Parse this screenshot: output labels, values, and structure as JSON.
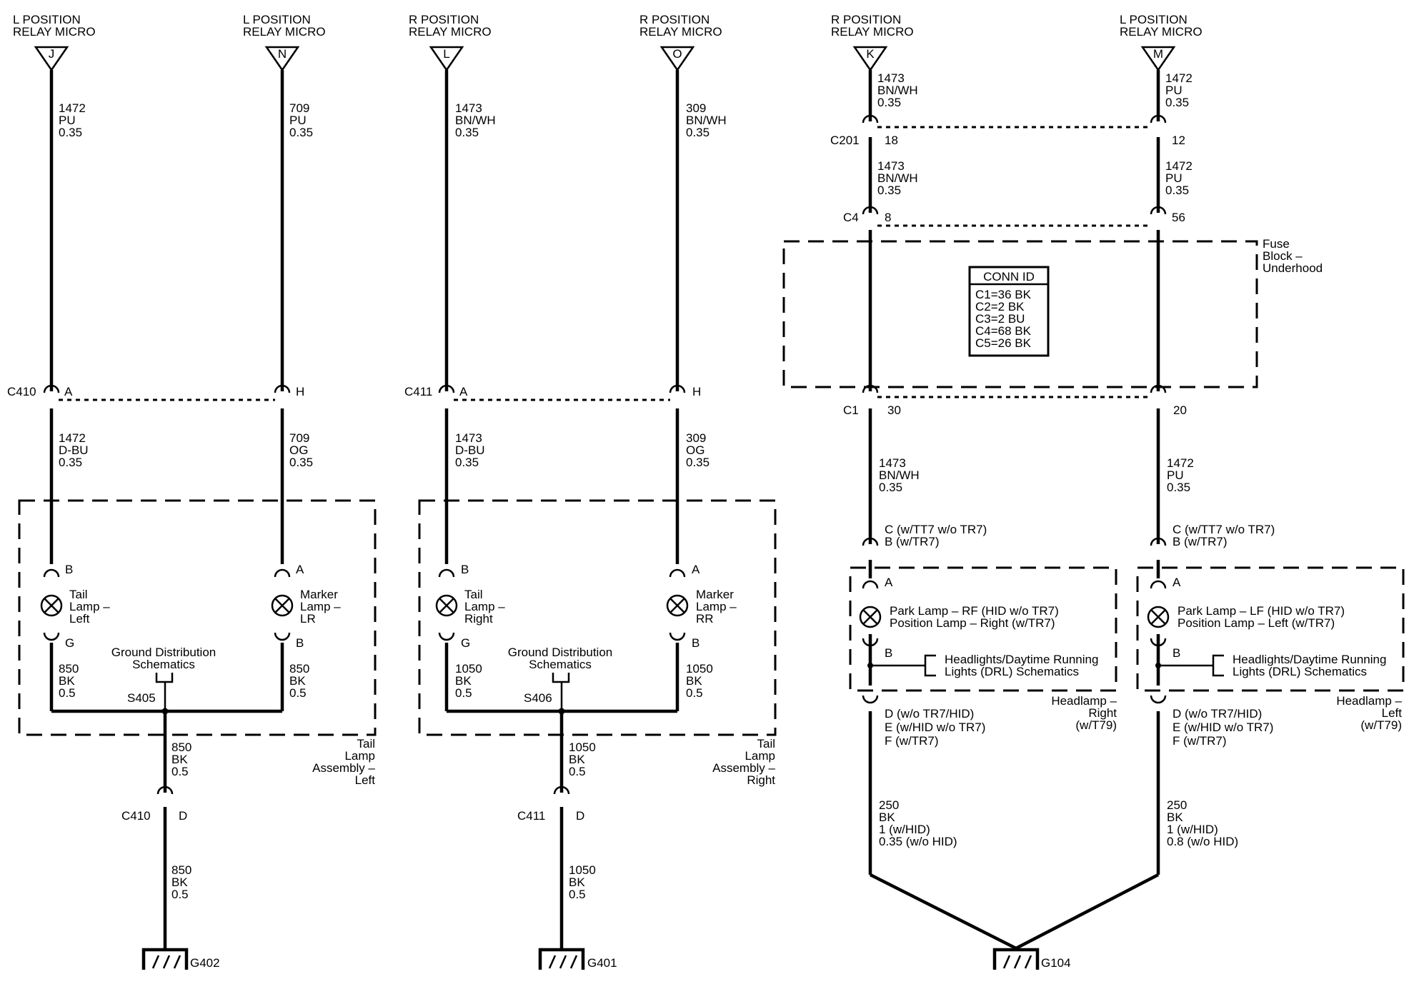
{
  "relays": [
    {
      "line1": "L POSITION",
      "line2": "RELAY MICRO",
      "pin": "J"
    },
    {
      "line1": "L POSITION",
      "line2": "RELAY MICRO",
      "pin": "N"
    },
    {
      "line1": "R POSITION",
      "line2": "RELAY MICRO",
      "pin": "L"
    },
    {
      "line1": "R POSITION",
      "line2": "RELAY MICRO",
      "pin": "O"
    },
    {
      "line1": "R POSITION",
      "line2": "RELAY MICRO",
      "pin": "K"
    },
    {
      "line1": "L POSITION",
      "line2": "RELAY MICRO",
      "pin": "M"
    }
  ],
  "wires": {
    "w1_top": [
      "1472",
      "PU",
      "0.35"
    ],
    "w2_top": [
      "709",
      "PU",
      "0.35"
    ],
    "w3_top": [
      "1473",
      "BN/WH",
      "0.35"
    ],
    "w4_top": [
      "309",
      "BN/WH",
      "0.35"
    ],
    "w5_top": [
      "1473",
      "BN/WH",
      "0.35"
    ],
    "w6_top": [
      "1472",
      "PU",
      "0.35"
    ],
    "w5_mid": [
      "1473",
      "BN/WH",
      "0.35"
    ],
    "w6_mid": [
      "1472",
      "PU",
      "0.35"
    ],
    "w1_low": [
      "1472",
      "D-BU",
      "0.35"
    ],
    "w2_low": [
      "709",
      "OG",
      "0.35"
    ],
    "w3_low": [
      "1473",
      "D-BU",
      "0.35"
    ],
    "w4_low": [
      "309",
      "OG",
      "0.35"
    ],
    "w5_low": [
      "1473",
      "BN/WH",
      "0.35"
    ],
    "w6_low": [
      "1472",
      "PU",
      "0.35"
    ],
    "w1_gnd": [
      "850",
      "BK",
      "0.5"
    ],
    "w2_gnd": [
      "850",
      "BK",
      "0.5"
    ],
    "w3_gnd": [
      "1050",
      "BK",
      "0.5"
    ],
    "w4_gnd": [
      "1050",
      "BK",
      "0.5"
    ],
    "left_trunk_a": [
      "850",
      "BK",
      "0.5"
    ],
    "left_trunk_b": [
      "850",
      "BK",
      "0.5"
    ],
    "mid_trunk_a": [
      "1050",
      "BK",
      "0.5"
    ],
    "mid_trunk_b": [
      "1050",
      "BK",
      "0.5"
    ],
    "w5_bot": [
      "250",
      "BK",
      "1 (w/HID)",
      "0.35 (w/o HID)"
    ],
    "w6_bot": [
      "250",
      "BK",
      "1 (w/HID)",
      "0.8 (w/o HID)"
    ]
  },
  "connectors": {
    "c410": "C410",
    "c410_a": "A",
    "c410_h": "H",
    "c411": "C411",
    "c411_a": "A",
    "c411_h": "H",
    "c201": "C201",
    "c201_l": "18",
    "c201_r": "12",
    "c4": "C4",
    "c4_l": "8",
    "c4_r": "56",
    "c1": "C1",
    "c1_l": "30",
    "c1_r": "20",
    "c410_d": "C410",
    "c410_d_pin": "D",
    "c411_d": "C411",
    "c411_d_pin": "D"
  },
  "lamps": {
    "tail_left": {
      "lines": [
        "Tail",
        "Lamp –",
        "Left"
      ],
      "top_pin": "B",
      "bot_pin": "G"
    },
    "marker_lr": {
      "lines": [
        "Marker",
        "Lamp –",
        "LR"
      ],
      "top_pin": "A",
      "bot_pin": "B"
    },
    "tail_right": {
      "lines": [
        "Tail",
        "Lamp –",
        "Right"
      ],
      "top_pin": "B",
      "bot_pin": "G"
    },
    "marker_rr": {
      "lines": [
        "Marker",
        "Lamp –",
        "RR"
      ],
      "top_pin": "A",
      "bot_pin": "B"
    },
    "park_rf": {
      "lines": [
        "Park Lamp – RF (HID w/o TR7)",
        "Position Lamp – Right (w/TR7)"
      ],
      "top_pin": "A",
      "bot_pin": "B"
    },
    "park_lf": {
      "lines": [
        "Park Lamp – LF (HID w/o TR7)",
        "Position Lamp – Left (w/TR7)"
      ],
      "top_pin": "A",
      "bot_pin": "B"
    }
  },
  "ground_refs": {
    "left": {
      "lines": [
        "Ground Distribution",
        "Schematics"
      ],
      "splice": "S405"
    },
    "mid": {
      "lines": [
        "Ground Distribution",
        "Schematics"
      ],
      "splice": "S406"
    },
    "rf": [
      "Headlights/Daytime Running",
      "Lights (DRL) Schematics"
    ],
    "lf": [
      "Headlights/Daytime Running",
      "Lights (DRL) Schematics"
    ]
  },
  "assemblies": {
    "tail_left": [
      "Tail",
      "Lamp",
      "Assembly –",
      "Left"
    ],
    "tail_right": [
      "Tail",
      "Lamp",
      "Assembly –",
      "Right"
    ],
    "headlamp_right": [
      "Headlamp –",
      "Right",
      "(w/T79)"
    ],
    "headlamp_left": [
      "Headlamp –",
      "Left",
      "(w/T79)"
    ],
    "fuse_block": [
      "Fuse",
      "Block –",
      "Underhood"
    ]
  },
  "conn_id": {
    "title": "CONN ID",
    "rows": [
      "C1=36 BK",
      "C2=2 BK",
      "C3=2 BU",
      "C4=68 BK",
      "C5=26 BK"
    ]
  },
  "hl_pins_top": [
    "C (w/TT7 w/o TR7)",
    "B (w/TR7)"
  ],
  "hl_pins_bot": [
    "D (w/o TR7/HID)",
    "E (w/HID w/o TR7)",
    "F (w/TR7)"
  ],
  "grounds": {
    "g402": "G402",
    "g401": "G401",
    "g104": "G104"
  }
}
